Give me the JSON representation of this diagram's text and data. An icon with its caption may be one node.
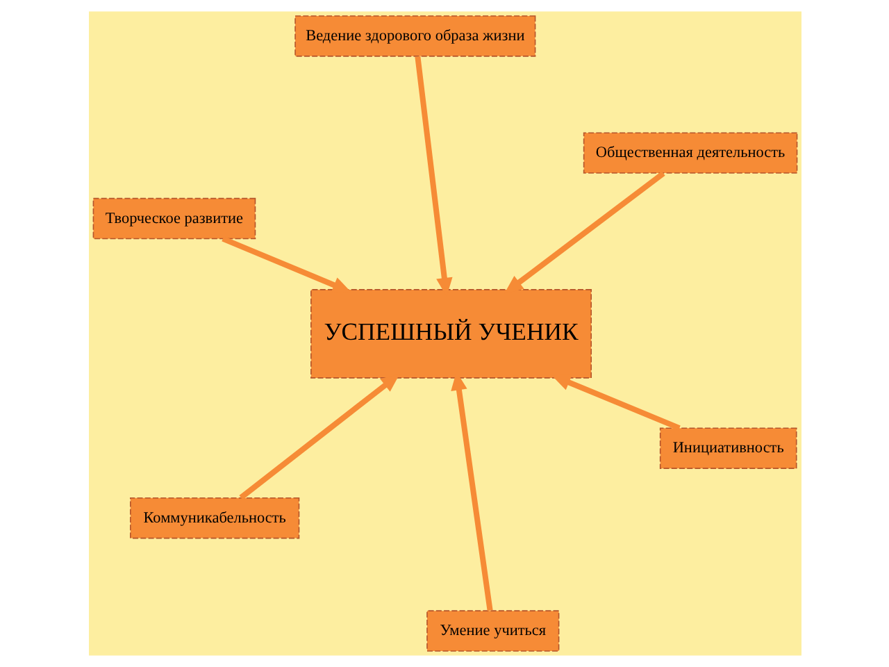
{
  "diagram": {
    "nodes": [
      {
        "text": [
          "Творческое развитие"
        ]
      },
      {
        "text": [
          "Инициативность"
        ]
      },
      {
        "text": [
          "Умение учиться"
        ]
      },
      {
        "text": [
          "УСПЕШНЫЙ УЧЕНИК"
        ]
      },
      {
        "text": [
          "Общественная деятельность"
        ]
      },
      {
        "text": [
          "Ведение здорового образа жизни"
        ]
      },
      {
        "text": [
          "Коммуникабельность"
        ]
      }
    ],
    "edges": [
      {
        "from": 0,
        "to": 3,
        "arrow": "to"
      },
      {
        "from": 1,
        "to": 3,
        "arrow": "to"
      },
      {
        "from": 2,
        "to": 3,
        "arrow": "to"
      },
      {
        "from": 4,
        "to": 3,
        "arrow": "to"
      },
      {
        "from": 6,
        "to": 3,
        "arrow": "to"
      },
      {
        "from": 5,
        "to": 3,
        "arrow": "to"
      }
    ]
  }
}
